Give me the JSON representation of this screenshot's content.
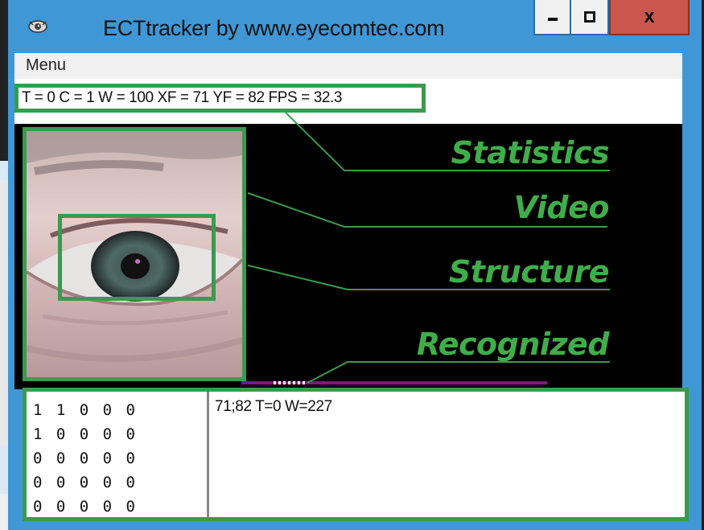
{
  "window": {
    "title": "ECTtracker by www.eyecomtec.com",
    "icon": "eye-app-icon",
    "controls": {
      "minimize": "minimize-icon",
      "maximize": "maximize-icon",
      "close_label": "x"
    }
  },
  "menu": {
    "items": [
      {
        "label": "Menu"
      }
    ]
  },
  "stats": {
    "text": "T = 0 C = 1  W = 100 XF = 71 YF = 82 FPS = 32.3"
  },
  "labels": {
    "statistics": "Statistics",
    "video": "Video",
    "structure": "Structure",
    "recognized": "Recognized"
  },
  "recognized": {
    "matrix": [
      "1 1 0 0 0",
      "1 0 0 0 0",
      "0 0 0 0 0",
      "0 0 0 0 0",
      "0 0 0 0 0"
    ],
    "result": "71;82 T=0 W=227"
  },
  "colors": {
    "accent_green": "#3a9a4e",
    "label_green": "#3fae4a",
    "titlebar_blue": "#3f97d6",
    "close_red": "#c9574e"
  }
}
